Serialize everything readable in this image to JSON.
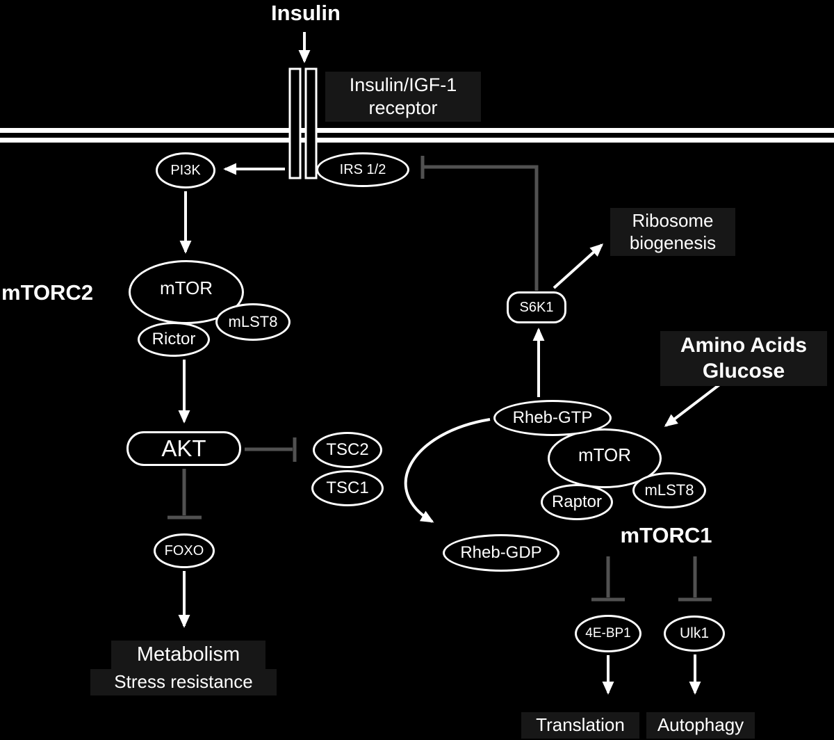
{
  "colors": {
    "background": "#000000",
    "node_stroke": "#ffffff",
    "text": "#ffffff",
    "inhibition_line": "#515151",
    "activation_line": "#ffffff",
    "label_background": "#171717"
  },
  "labels": {
    "insulin": "Insulin",
    "receptor": {
      "line1": "Insulin/IGF-1",
      "line2": "receptor"
    },
    "mtorc2": "mTORC2",
    "ribosome": {
      "line1": "Ribosome",
      "line2": "biogenesis"
    },
    "amino": {
      "line1": "Amino Acids",
      "line2": "Glucose"
    },
    "mtorc1": "mTORC1",
    "metabolism": "Metabolism",
    "stress_resistance": "Stress resistance",
    "translation": "Translation",
    "autophagy": "Autophagy"
  },
  "nodes": {
    "pi3k": "PI3K",
    "irs12": "IRS 1/2",
    "s6k1": "S6K1",
    "mtorc2_mtor": "mTOR",
    "mtorc2_mlst8": "mLST8",
    "mtorc2_rictor": "Rictor",
    "akt": "AKT",
    "tsc2": "TSC2",
    "tsc1": "TSC1",
    "foxo": "FOXO",
    "rheb_gtp": "Rheb-GTP",
    "rheb_gdp": "Rheb-GDP",
    "mtorc1_mtor": "mTOR",
    "mtorc1_mlst8": "mLST8",
    "mtorc1_raptor": "Raptor",
    "fourebp1": "4E-BP1",
    "ulk1": "Ulk1"
  }
}
